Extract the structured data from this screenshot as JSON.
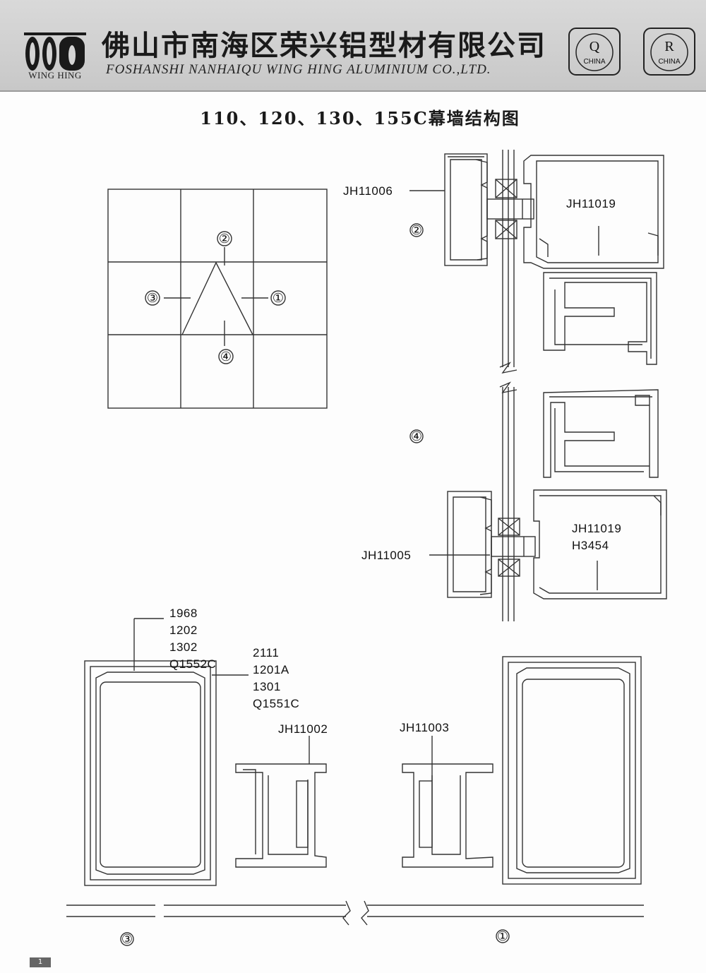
{
  "header": {
    "logo_text": "WING HING",
    "company_cn": "佛山市南海区荣兴铝型材有限公司",
    "company_en": "FOSHANSHI NANHAIQU WING HING ALUMINIUM CO.,LTD.",
    "cert_q": {
      "letter": "Q",
      "country": "CHINA"
    },
    "cert_r": {
      "letter": "R",
      "country": "CHINA"
    }
  },
  "title": "110、120、130、155C幕墙结构图",
  "grid_markers": {
    "m1": "①",
    "m2": "②",
    "m3": "③",
    "m4": "④"
  },
  "labels": {
    "jh11006": "JH11006",
    "jh11019_top": "JH11019",
    "jh11005": "JH11005",
    "jh11019_bottom": "JH11019",
    "h3454": "H3454",
    "jh11002": "JH11002",
    "jh11003": "JH11003",
    "left_group_a": [
      "1968",
      "1202",
      "1302",
      "Q1552C"
    ],
    "left_group_b": [
      "2111",
      "1201A",
      "1301",
      "Q1551C"
    ]
  },
  "section_markers": {
    "top": "②",
    "middle": "④",
    "bottom_left": "③",
    "bottom_right": "①"
  },
  "page_number": "1"
}
